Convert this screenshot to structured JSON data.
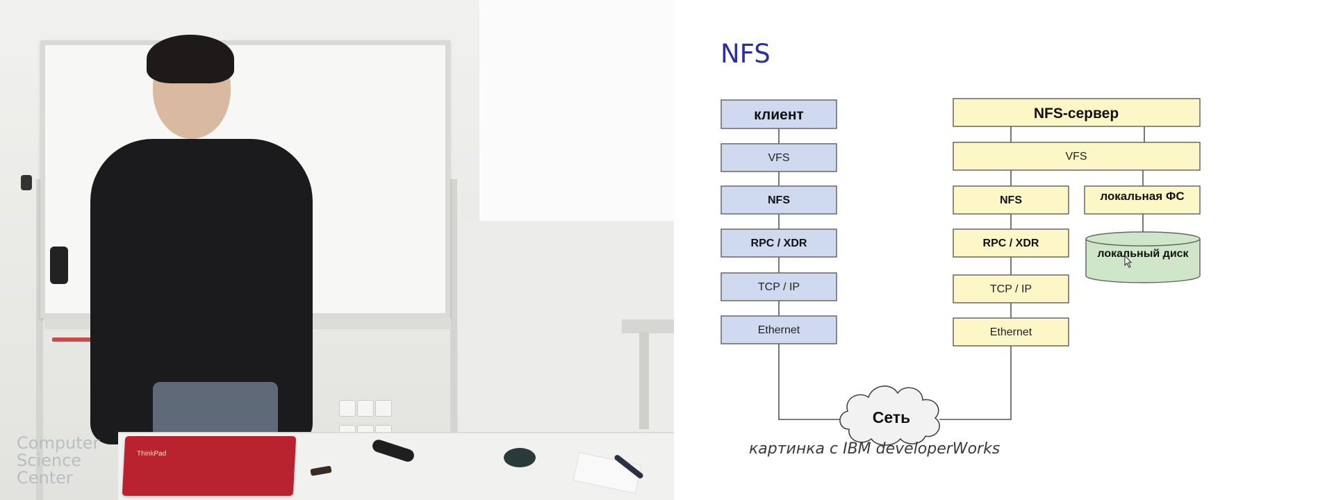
{
  "watermark": {
    "lines": "Computer\nScience\nCenter"
  },
  "laptop": {
    "brand": "ThinkPad"
  },
  "slide": {
    "title": "NFS",
    "caption": "картинка с IBM developerWorks"
  },
  "colors": {
    "title": "#2b2fa2",
    "client_box": "#cfdaf0",
    "server_box": "#fdf6c6",
    "disk": "#cfe6c9",
    "border": "#666666"
  },
  "diagram": {
    "client": {
      "header": "клиент",
      "layers": [
        "VFS",
        "NFS",
        "RPC / XDR",
        "TCP / IP",
        "Ethernet"
      ]
    },
    "server": {
      "header": "NFS-сервер",
      "vfs": "VFS",
      "layers": [
        "NFS",
        "RPC / XDR",
        "TCP / IP",
        "Ethernet"
      ],
      "local_fs": "локальная ФС",
      "local_disk": "локальный диск"
    },
    "network": "Сеть"
  }
}
